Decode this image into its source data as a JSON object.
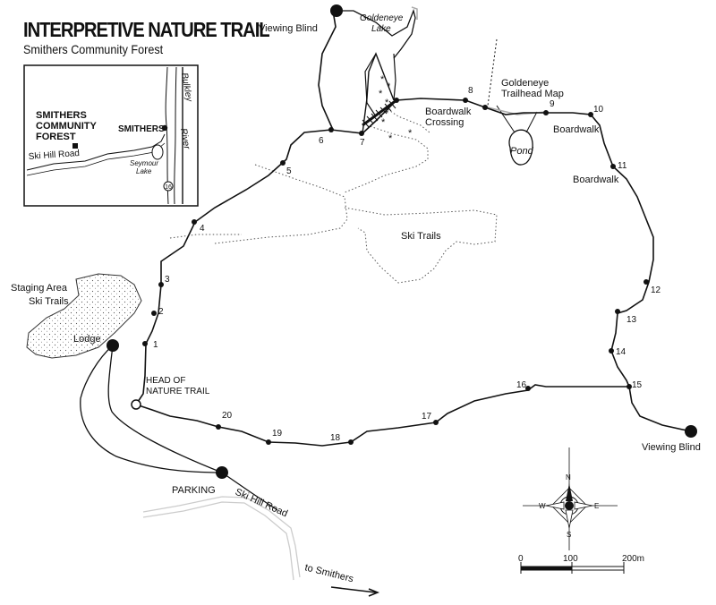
{
  "title": "INTERPRETIVE NATURE TRAIL",
  "subtitle": "Smithers Community Forest",
  "inset": {
    "forest_label_1": "SMITHERS",
    "forest_label_2": "COMMUNITY",
    "forest_label_3": "FOREST",
    "town": "SMITHERS",
    "road": "Ski Hill Road",
    "lake_1": "Seymour",
    "lake_2": "Lake",
    "river_1": "Bulkley",
    "river_2": "River",
    "highway": "16"
  },
  "labels": {
    "viewing_blind_top": "Viewing Blind",
    "goldeneye_lake_1": "Goldeneye",
    "goldeneye_lake_2": "Lake",
    "boardwalk_crossing_1": "Boardwalk",
    "boardwalk_crossing_2": "Crossing",
    "trailhead_1": "Goldeneye",
    "trailhead_2": "Trailhead Map",
    "pond": "Pond",
    "boardwalk_a": "Boardwalk",
    "boardwalk_b": "Boardwalk",
    "ski_trails": "Ski Trails",
    "staging_1": "Staging Area",
    "staging_2": "Ski Trails",
    "lodge": "Lodge",
    "head_1": "HEAD OF",
    "head_2": "NATURE TRAIL",
    "parking": "PARKING",
    "ski_hill_road": "Ski Hill Road",
    "to_smithers": "to Smithers",
    "viewing_blind_right": "Viewing Blind"
  },
  "waypoints": [
    "1",
    "2",
    "3",
    "4",
    "5",
    "6",
    "7",
    "8",
    "9",
    "10",
    "11",
    "12",
    "13",
    "14",
    "15",
    "16",
    "17",
    "18",
    "19",
    "20"
  ],
  "compass": {
    "n": "N",
    "s": "S",
    "e": "E",
    "w": "W"
  },
  "scale": {
    "zero": "0",
    "mid": "100",
    "end": "200m"
  }
}
